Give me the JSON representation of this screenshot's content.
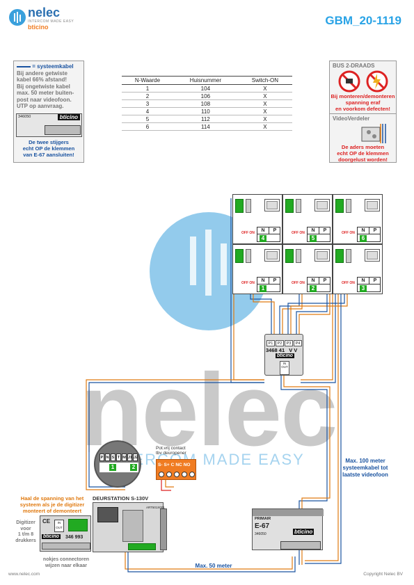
{
  "header": {
    "brand": "nelec",
    "tagline": "INTERCOM MADE EASY",
    "brand_sub": "bticino",
    "doc_code": "GBM_20-1119"
  },
  "watermark": {
    "text": "nelec",
    "tagline": "INTERCOM MADE EASY"
  },
  "note_left": {
    "title": "= systeemkabel",
    "lines": [
      "Bij andere getwiste",
      "kabel 66% afstand!",
      "Bij ongetwiste kabel",
      "max. 50 meter buiten-",
      "post naar videofoon.",
      "UTP op aanvraag."
    ],
    "module_code": "346050",
    "module_brand": "bticino",
    "footer_lines": [
      "De twee stijgers",
      "echt OP de klemmen",
      "van E-67 aansluiten!"
    ]
  },
  "table": {
    "headers": [
      "N-Waarde",
      "Huisnummer",
      "Switch-ON"
    ],
    "rows": [
      [
        "1",
        "104",
        "X"
      ],
      [
        "2",
        "106",
        "X"
      ],
      [
        "3",
        "108",
        "X"
      ],
      [
        "4",
        "110",
        "X"
      ],
      [
        "5",
        "112",
        "X"
      ],
      [
        "6",
        "114",
        "X"
      ]
    ]
  },
  "note_right": {
    "title": "BUS 2-DRAADS",
    "warning_lines": [
      "Bij monteren/demonteren",
      "spanning eraf",
      "en voorkom defecten!"
    ],
    "subtitle": "VideoVerdeler",
    "footer_lines": [
      "De aders moeten",
      "echt OP de klemmen",
      "doorgelust worden!"
    ]
  },
  "monitors": [
    {
      "n": "4"
    },
    {
      "n": "5"
    },
    {
      "n": "6"
    },
    {
      "n": "1"
    },
    {
      "n": "2"
    },
    {
      "n": "3"
    }
  ],
  "monitor_labels": {
    "n": "N",
    "p": "P",
    "off_on": "OFF ON"
  },
  "distributor": {
    "ports": [
      "P1",
      "P2",
      "P3",
      "P4"
    ],
    "code": "3468 41",
    "vv": "V V",
    "brand": "bticino",
    "in": "IN",
    "out": "OUT"
  },
  "doorstation": {
    "title": "DEURSTATION S-130V",
    "keys": [
      "P",
      "N",
      "S",
      "T",
      "M",
      "J1",
      "J2"
    ],
    "badge_1": "1",
    "badge_2": "2",
    "model": "ART501X001"
  },
  "contact": {
    "title_lines": [
      "Pot.vrij contact",
      "tbv deuropener"
    ],
    "terminals": [
      "S-",
      "S+",
      "C",
      "NC",
      "NO"
    ]
  },
  "digitizer": {
    "code": "346 993",
    "brand": "bticino",
    "in": "IN",
    "out": "OUT",
    "label_lines": [
      "Digitizer",
      "voor",
      "1 t/m 8",
      "drukkers"
    ]
  },
  "annotations": {
    "voltage": [
      "Haal de spanning van het",
      "systeem als je de digitizer",
      "monteert of demonteert"
    ],
    "connectors": [
      "nokjes connectoren",
      "wijzen naar elkaar"
    ],
    "max100": [
      "Max. 100 meter",
      "systeemkabel tot",
      "laatste videofoon"
    ],
    "max50": "Max. 50 meter"
  },
  "power_supply": {
    "code": "E-67",
    "primary": "PRIMAIR",
    "module": "346050",
    "brand": "bticino"
  },
  "footer": {
    "left": "www.nelec.com",
    "right": "Copyright Nelec BV"
  }
}
